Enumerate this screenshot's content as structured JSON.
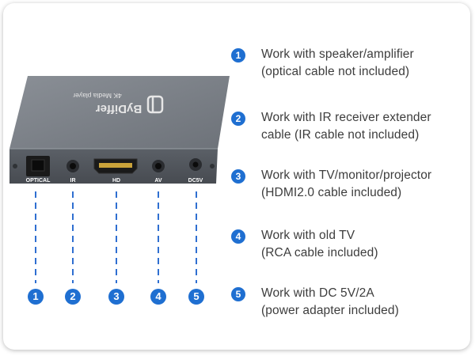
{
  "device": {
    "brand": "ByDiffer",
    "subtitle": "4K Media player",
    "ports": [
      {
        "id": "optical",
        "label": "OPTICAL"
      },
      {
        "id": "ir",
        "label": "IR"
      },
      {
        "id": "hdmi",
        "label": "HD"
      },
      {
        "id": "av",
        "label": "AV"
      },
      {
        "id": "dc",
        "label": "DC5V"
      }
    ]
  },
  "markers": [
    "1",
    "2",
    "3",
    "4",
    "5"
  ],
  "features": [
    {
      "num": "1",
      "line1": "Work with speaker/amplifier",
      "line2": "(optical cable not included)"
    },
    {
      "num": "2",
      "line1": "Work with IR receiver extender",
      "line2": "cable (IR cable not included)"
    },
    {
      "num": "3",
      "line1": "Work with TV/monitor/projector",
      "line2": "(HDMI2.0 cable included)"
    },
    {
      "num": "4",
      "line1": "Work with old TV",
      "line2": "(RCA cable included)"
    },
    {
      "num": "5",
      "line1": "Work with DC 5V/2A",
      "line2": "(power adapter included)"
    }
  ],
  "colors": {
    "accent": "#1f6fd1",
    "device": "#6e737a",
    "text": "#3d3d3d"
  }
}
